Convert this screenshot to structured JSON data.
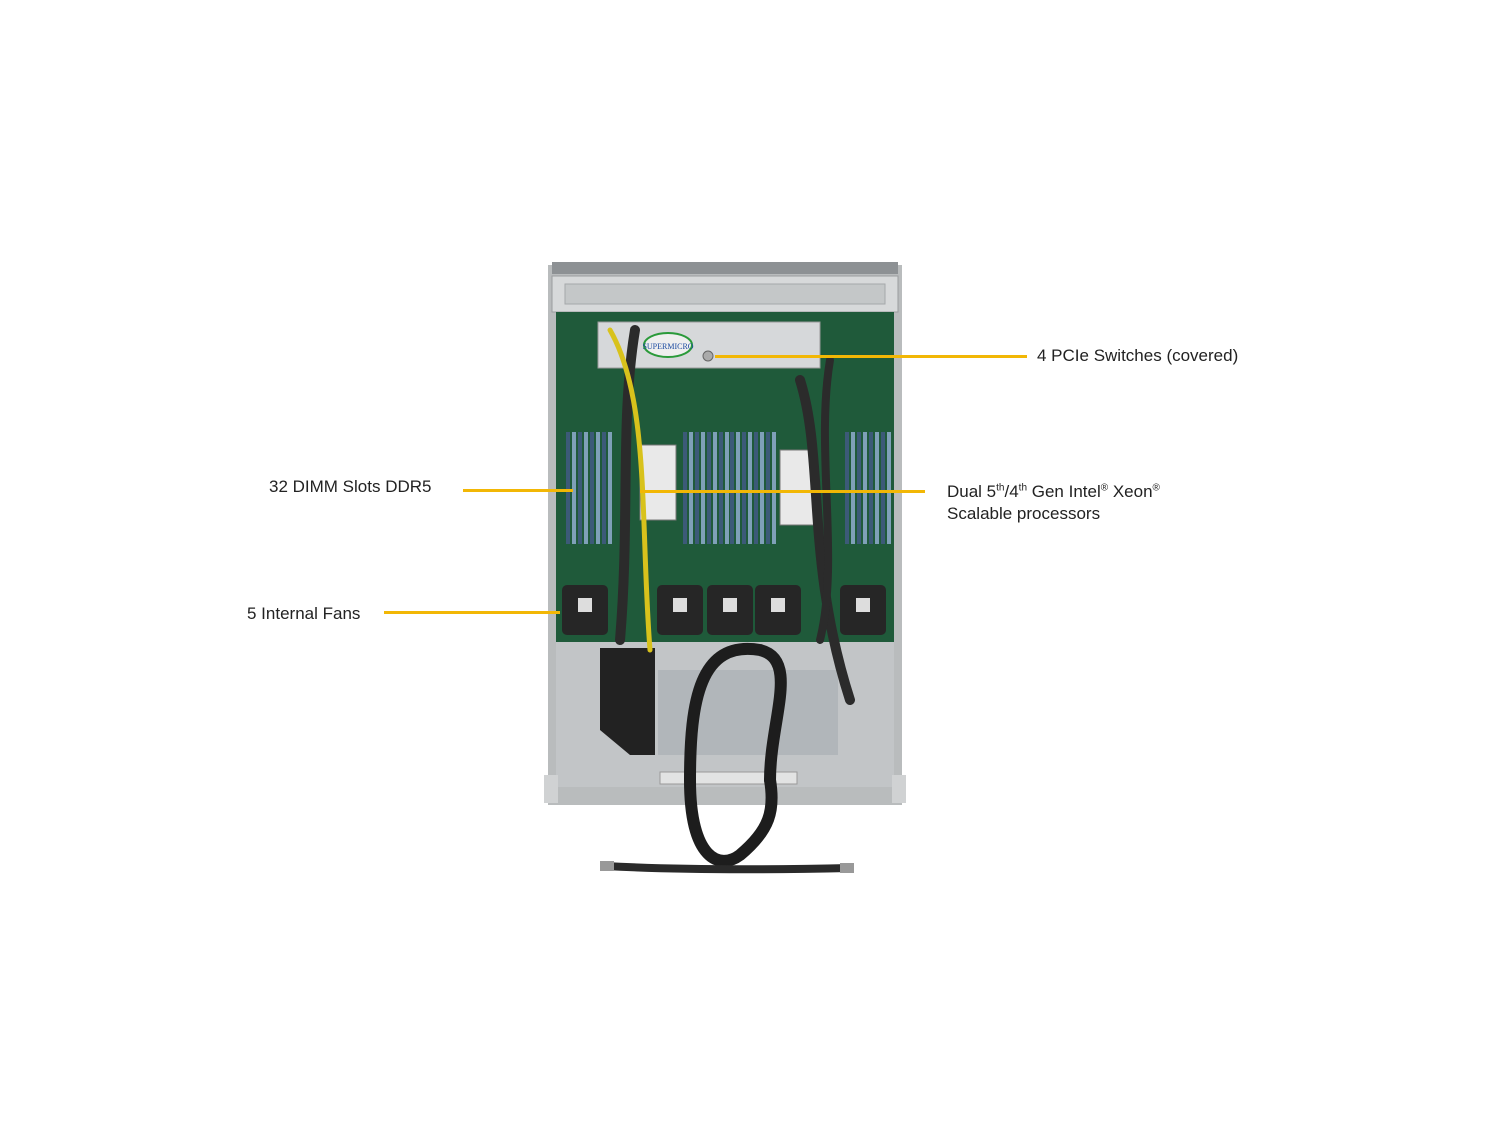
{
  "callouts": {
    "pcie": "4 PCIe Switches (covered)",
    "dimm": "32 DIMM Slots DDR5",
    "cpu": {
      "line1_prefix": "Dual 5",
      "sup1": "th",
      "mid1": "/4",
      "sup2": "th",
      "mid2": " Gen Intel",
      "reg1": "®",
      "mid3": " Xeon",
      "reg2": "®",
      "line2": "Scalable processors"
    },
    "fans": "5 Internal Fans"
  },
  "logo_text": "SUPERMICRO",
  "colors": {
    "leader": "#f2b705",
    "board": "#1f5a3a",
    "chassis": "#c9cccd",
    "dimm": "#3c5a78"
  }
}
